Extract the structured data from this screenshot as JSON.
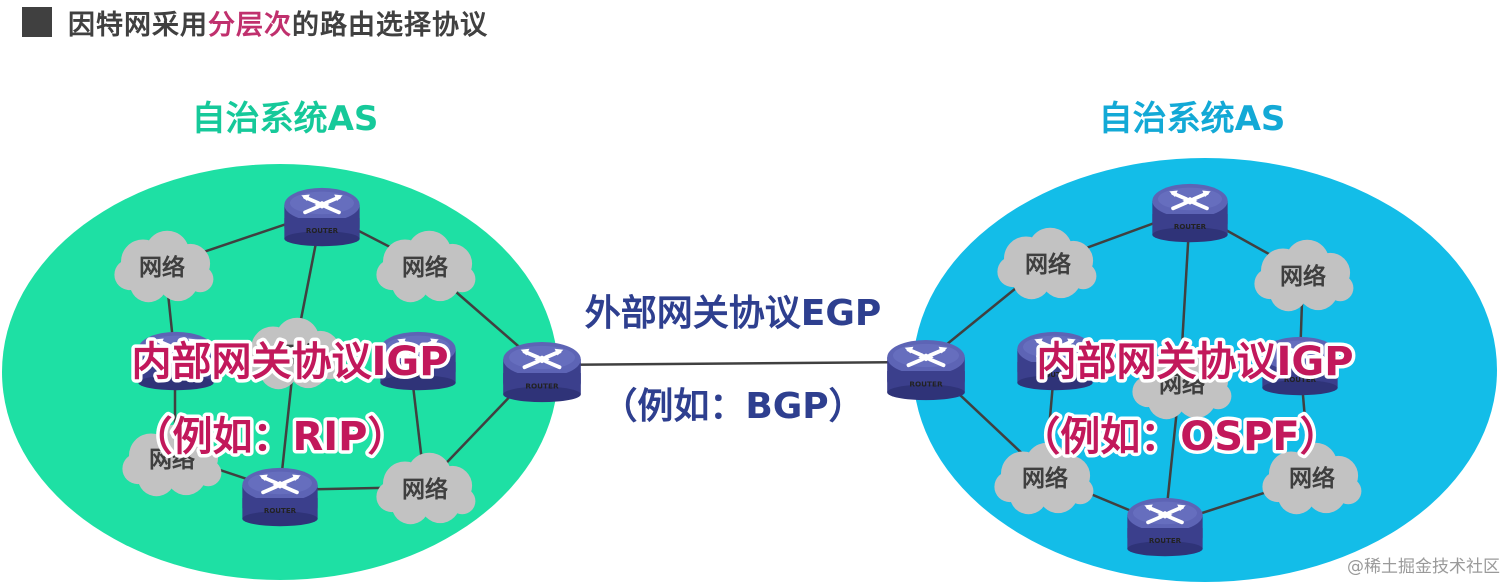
{
  "title": {
    "prefix": "因特网采用",
    "highlight": "分层次",
    "suffix": "的路由选择协议"
  },
  "left_as": {
    "label": "自治系统AS",
    "igp_name": "内部网关协议IGP",
    "igp_example": "（例如：RIP）",
    "fill_color": "#1ee0a4",
    "label_color": "#16c99a"
  },
  "right_as": {
    "label": "自治系统AS",
    "igp_name": "内部网关协议IGP",
    "igp_example": "（例如：OSPF）",
    "fill_color": "#13bde8",
    "label_color": "#13a9d6"
  },
  "egp": {
    "name": "外部网关协议EGP",
    "example": "（例如：BGP）"
  },
  "network_label": "网络",
  "router_label": "ROUTER",
  "watermark": "@稀土掘金技术社区",
  "colors": {
    "router_top": "#5d64b5",
    "router_side": "#3b3f8c",
    "cloud": "#c2c2c2",
    "igp_text": "#c2185b",
    "egp_text": "#2e3f8f"
  }
}
